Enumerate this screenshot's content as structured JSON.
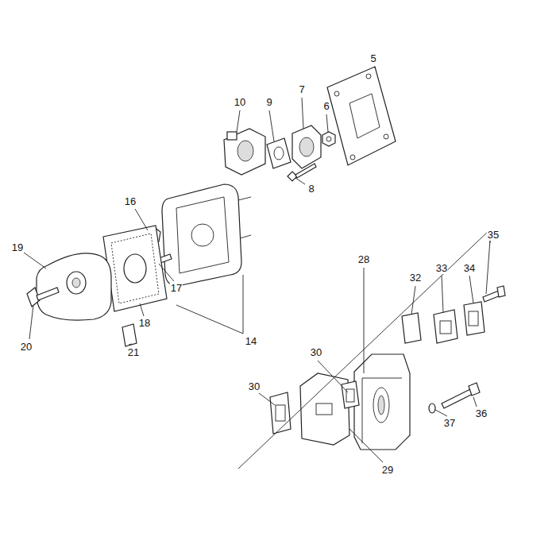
{
  "diagram": {
    "labels": [
      "5",
      "10",
      "9",
      "7",
      "6",
      "8",
      "16",
      "19",
      "28",
      "35",
      "34",
      "33",
      "32",
      "17",
      "14",
      "18",
      "20",
      "21",
      "30",
      "30",
      "36",
      "37",
      "29"
    ]
  }
}
